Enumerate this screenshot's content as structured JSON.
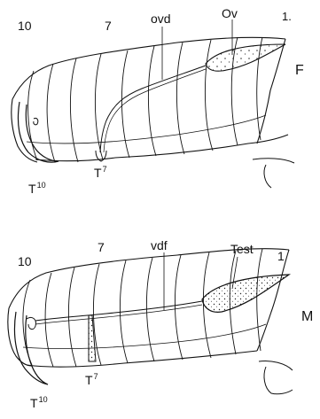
{
  "female": {
    "num_10": "10",
    "num_7": "7",
    "num_1": "1.",
    "ovd": "ovd",
    "ov": "Ov",
    "sex": "F",
    "t7": "T",
    "t7_sup": "7",
    "t10": "T",
    "t10_sup": "10"
  },
  "male": {
    "num_10": "10",
    "num_7": "7",
    "num_1": "1",
    "vdf": "vdf",
    "test": "Test",
    "sex": "M",
    "t7": "T",
    "t7_sup": "7",
    "t10": "T",
    "t10_sup": "10"
  }
}
